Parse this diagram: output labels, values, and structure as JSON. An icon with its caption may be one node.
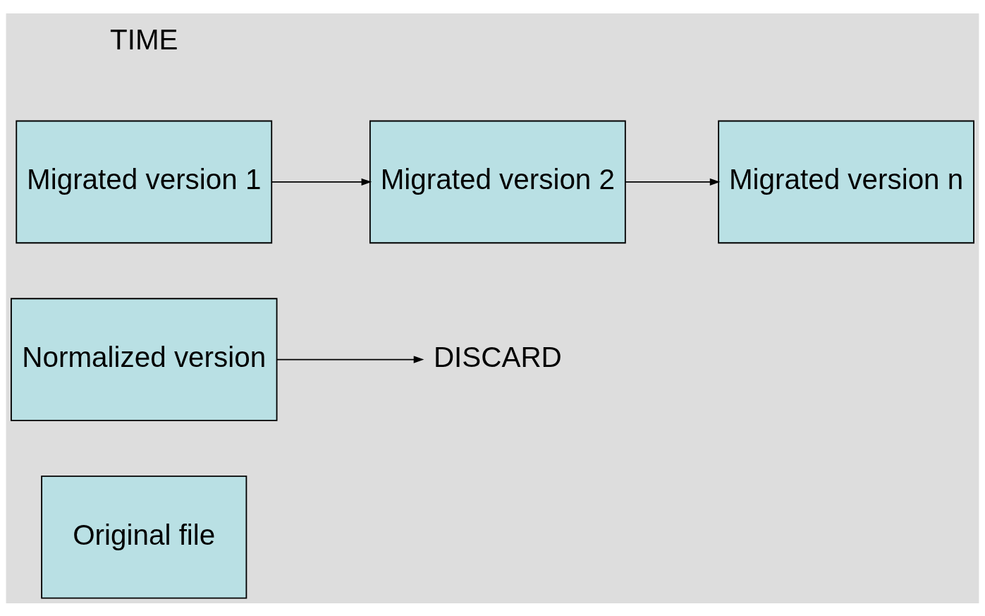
{
  "diagram": {
    "nodes": [
      {
        "text": [
          "Original file"
        ]
      },
      {
        "text": [
          "Normalized version"
        ]
      },
      {
        "text": [
          "DISCARD"
        ]
      },
      {
        "text": [
          "Migrated version 1"
        ]
      },
      {
        "text": [
          "Migrated version 2"
        ]
      },
      {
        "text": [
          "Migrated version n"
        ]
      }
    ],
    "edges": [
      {
        "from": 1,
        "to": 2,
        "arrow": "to"
      },
      {
        "from": 3,
        "to": 4,
        "arrow": "to"
      },
      {
        "from": 4,
        "to": 5,
        "arrow": "to"
      }
    ],
    "labels": [
      "TIME"
    ]
  }
}
